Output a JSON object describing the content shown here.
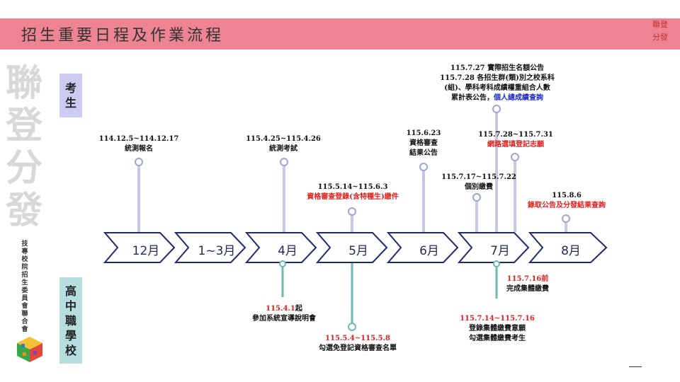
{
  "header": {
    "title": "招生重要日程及作業流程",
    "logo_line1": "聯登",
    "logo_line2": "分發",
    "accent_color": "#ee8493"
  },
  "watermark": [
    "聯",
    "登",
    "分",
    "發"
  ],
  "side_org_text": "技專校院招生委員會聯合會",
  "roles": {
    "examinee": "考\n生",
    "school": "高\n中\n職\n學\n校"
  },
  "months": [
    "12月",
    "1~3月",
    "4月",
    "5月",
    "6月",
    "7月",
    "8月"
  ],
  "examinee_events": {
    "e1": {
      "date": "114.12.5~114.12.17",
      "text": "統測報名"
    },
    "e2": {
      "date": "115.4.25~115.4.26",
      "text": "統測考試"
    },
    "e3": {
      "date": "115.5.14~115.6.3",
      "text": "資格審查登錄(含特種生)繳件"
    },
    "e4": {
      "date": "115.6.23",
      "line1": "資格審查",
      "line2": "結果公告"
    },
    "e5": {
      "date": "115.7.17~115.7.22",
      "text": "個別繳費"
    },
    "e6": {
      "line1": "115.7.27 實際招生名額公告",
      "line2": "115.7.28 各招生群(類)別之校系科",
      "line3": "(組)、學科考科成績權重組合人數",
      "line4": "累計表公告，",
      "line4_blue": "個人總成績查詢"
    },
    "e7": {
      "date": "115.7.28~115.7.31",
      "text": "網路選填登記志願"
    },
    "e8": {
      "date": "115.8.6",
      "text": "錄取公告及分發結果查詢"
    }
  },
  "school_events": {
    "s1": {
      "date": "115.4.1",
      "suffix": "起",
      "text": "參加系統宣導說明會"
    },
    "s2": {
      "date": "115.5.4~115.5.8",
      "text": "勾選免登記資格審查名單"
    },
    "s3": {
      "date": "115.7.16",
      "suffix": "前",
      "text": "完成集體繳費"
    },
    "s4": {
      "date": "115.7.14~115.7.16",
      "line1": "登錄集體繳費意願",
      "line2": "勾選集體繳費考生"
    }
  },
  "colors": {
    "arrow_stroke": "#1e2a6e",
    "examinee_line": "#c8c8e6",
    "examinee_circle": "#9aa6d6",
    "school_line": "#6fb7b3",
    "red_text": "#e02020",
    "blue_text": "#1a28c8"
  }
}
